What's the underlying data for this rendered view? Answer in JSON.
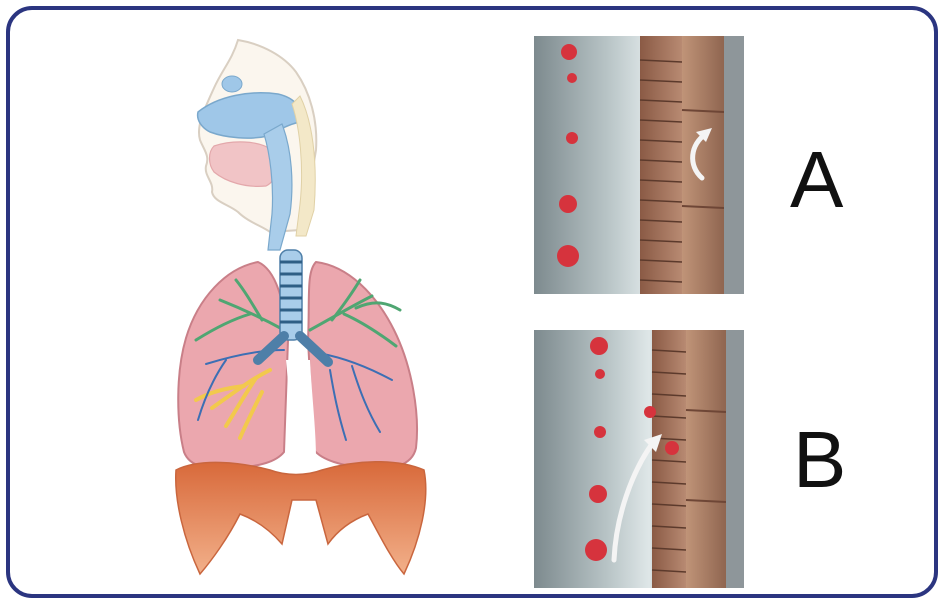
{
  "panels": [
    {
      "id": "A",
      "label": "A",
      "arrow": "curved-loop"
    },
    {
      "id": "B",
      "label": "B",
      "arrow": "upward-sweep"
    }
  ],
  "colors": {
    "border": "#2b3580",
    "airway_blue": "#9fc7e8",
    "lung_pink": "#e9a6ad",
    "lung_green": "#4fa672",
    "lung_yellow": "#f2c94c",
    "diaphragm_orange": "#e9895a",
    "epithelium_brown": "#9a6a52",
    "mucus_gray": "#8e9b9e",
    "particle_red": "#d6333d"
  },
  "icons": [
    "respiratory-system-illustration",
    "cilia-panel-illustration"
  ]
}
